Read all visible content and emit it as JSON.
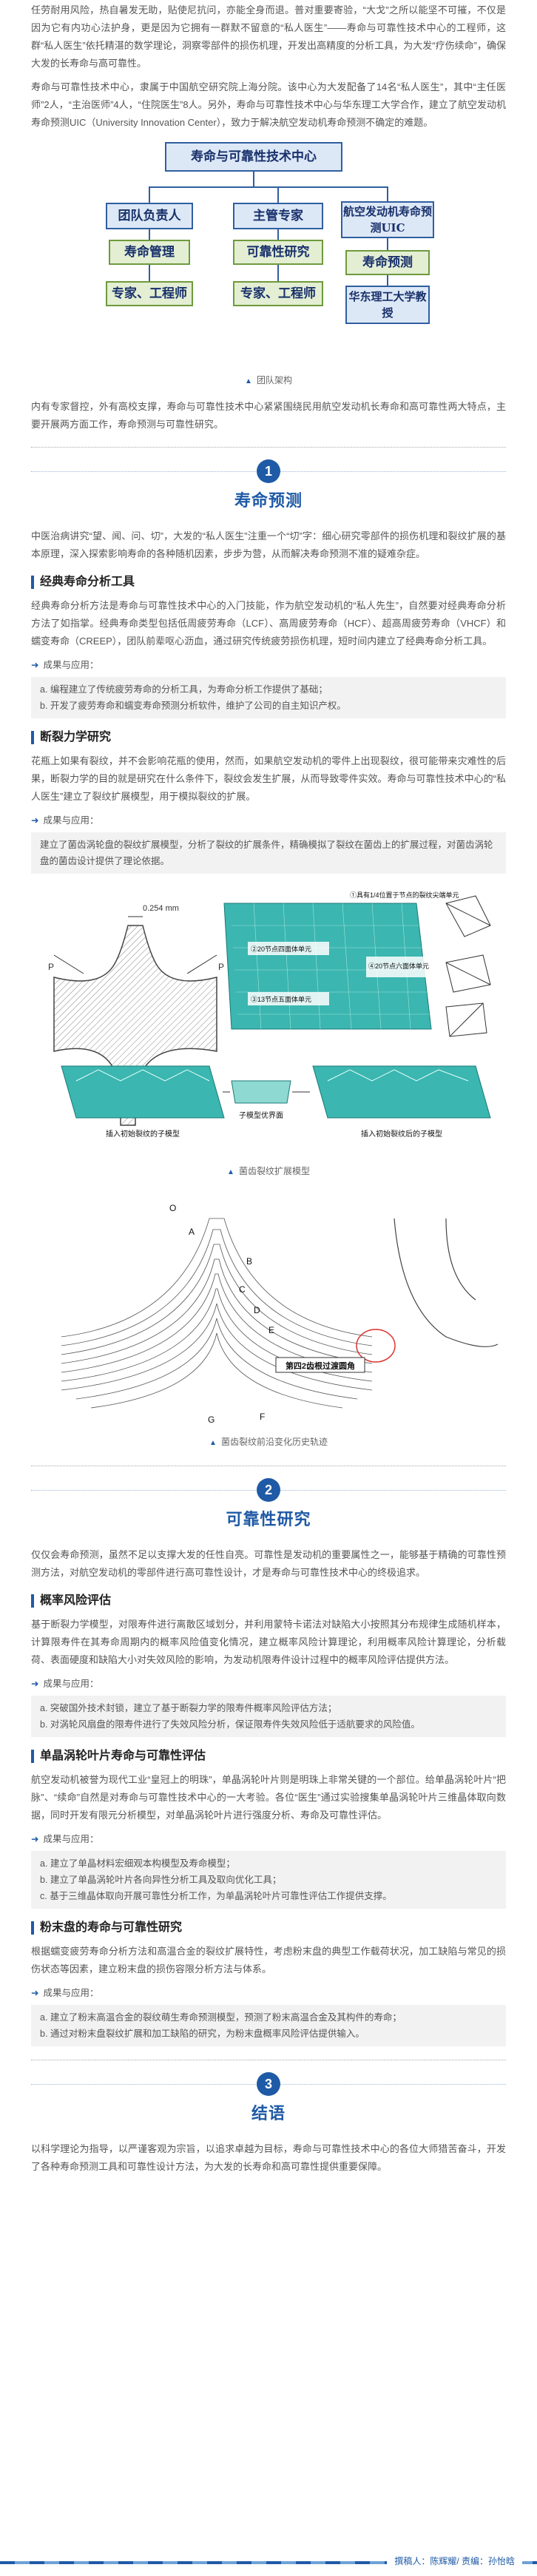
{
  "intro": {
    "p0": "任劳耐用风险，热自暑发无助，贴使尼抗问，亦能全身而退。普对重要寄验，“大戈”之所以能坚不可摧，不仅是因为它有内功心法护身，更是因为它拥有一群默不留意的“私人医生”——寿命与可靠性技术中心的工程师，这群“私人医生”依托精湛的数学理论，洞察零部件的损伤机理，开发出高精度的分析工具，为大发“疗伤续命”，确保大发的长寿命与高可靠性。",
    "p1": "寿命与可靠性技术中心，隶属于中国航空研究院上海分院。该中心为大发配备了14名“私人医生”，其中“主任医师”2人，“主治医师”4人，“住院医生”8人。另外，寿命与可靠性技术中心与华东理工大学合作，建立了航空发动机寿命预测UIC（University Innovation Center），致力于解决航空发动机寿命预测不确定的难题。"
  },
  "org": {
    "root": "寿命与可靠性技术中心",
    "n1": "团队负责人",
    "n2": "主管专家",
    "n3": "航空发动机寿命预测UIC",
    "n4": "寿命管理",
    "n5": "可靠性研究",
    "n6": "寿命预测",
    "n7": "专家、工程师",
    "n8": "专家、工程师",
    "n9": "华东理工大学教授"
  },
  "caption1": "团队架构",
  "p2": "内有专家督控，外有高校支撑，寿命与可靠性技术中心紧紧围绕民用航空发动机长寿命和高可靠性两大特点，主要开展两方面工作，寿命预测与可靠性研究。",
  "s1": {
    "num": "1",
    "title": "寿命预测",
    "p": "中医治病讲究“望、闻、问、切”，大发的“私人医生”注重一个“切”字：细心研究零部件的损伤机理和裂纹扩展的基本原理，深入探索影响寿命的各种随机因素，步步为营，从而解决寿命预测不准的疑难杂症。",
    "h1": "经典寿命分析工具",
    "p1": "经典寿命分析方法是寿命与可靠性技术中心的入门技能，作为航空发动机的“私人先生”，自然要对经典寿命分析方法了如指掌。经典寿命类型包括低周疲劳寿命（LCF）、高周疲劳寿命（HCF）、超高周疲劳寿命（VHCF）和蠕变寿命（CREEP），团队前辈呕心沥血，通过研究传统疲劳损伤机理，短时间内建立了经典寿命分析工具。",
    "r1": "成果与应用：",
    "o1a": "a. 编程建立了传统疲劳寿命的分析工具，为寿命分析工作提供了基础；",
    "o1b": "b. 开发了疲劳寿命和蠕变寿命预测分析软件，维护了公司的自主知识产权。",
    "h2": "断裂力学研究",
    "p2": "花瓶上如果有裂纹，并不会影响花瓶的使用，然而，如果航空发动机的零件上出现裂纹，很可能带来灾难性的后果，断裂力学的目的就是研究在什么条件下，裂纹会发生扩展，从而导致零件实效。寿命与可靠性技术中心的“私人医生”建立了裂纹扩展模型，用于模拟裂纹的扩展。",
    "r2": "成果与应用：",
    "o2": "建立了菌齿涡轮盘的裂纹扩展模型，分析了裂纹的扩展条件，精确模拟了裂纹在菌齿上的扩展过程，对菌齿涡轮盘的菌齿设计提供了理论依据。",
    "fig1": {
      "dim": "0.254 mm",
      "pl": "P",
      "pr": "P",
      "l1": "①具有1/4位置于节点的裂纹尖端单元",
      "l2": "②20节点四面体单元",
      "l3": "③13节点五面体单元",
      "l4": "④20节点六面体单元",
      "b1": "插入初始裂纹的子模型",
      "b2": "子模型优界面",
      "b3": "插入初始裂纹后的子模型"
    },
    "caption2": "菌齿裂纹扩展模型",
    "fig2": {
      "O": "O",
      "A": "A",
      "B": "B",
      "C": "C",
      "D": "D",
      "E": "E",
      "F": "F",
      "G": "G",
      "note": "第四2齿根过渡圆角"
    },
    "caption3": "菌齿裂纹前沿变化历史轨迹"
  },
  "s2": {
    "num": "2",
    "title": "可靠性研究",
    "p": "仅仅会寿命预测，虽然不足以支撑大发的任性自亮。可靠性是发动机的重要属性之一，能够基于精确的可靠性预测方法，对航空发动机的零部件进行高可靠性设计，才是寿命与可靠性技术中心的终极追求。",
    "h1": "概率风险评估",
    "p1": "基于断裂力学模型，对限寿件进行离散区域划分，并利用蒙特卡诺法对缺陷大小按照其分布规律生成随机样本，计算限寿件在其寿命周期内的概率风险值变化情况，建立概率风险计算理论，利用概率风险计算理论，分析载荷、表面硬度和缺陷大小对失效风险的影响，为发动机限寿件设计过程中的概率风险评估提供方法。",
    "r1": "成果与应用：",
    "o1a": "a. 突破国外技术封锁，建立了基于断裂力学的限寿件概率风险评估方法；",
    "o1b": "b. 对涡轮风扇盘的限寿件进行了失效风险分析，保证限寿件失效风险低于适航要求的风险值。",
    "h2": "单晶涡轮叶片寿命与可靠性评估",
    "p2": "航空发动机被誉为现代工业“皇冠上的明珠”，单晶涡轮叶片则是明珠上非常关键的一个部位。给单晶涡轮叶片“把脉”、“续命”自然是对寿命与可靠性技术中心的一大考验。各位“医生”通过实验搜集单晶涡轮叶片三维晶体取向数据，同时开发有限元分析模型，对单晶涡轮叶片进行强度分析、寿命及可靠性评估。",
    "r2": "成果与应用：",
    "o2a": "a. 建立了单晶材料宏细观本构模型及寿命模型；",
    "o2b": "b. 建立了单晶涡轮叶片各向异性分析工具及取向优化工具；",
    "o2c": "c. 基于三维晶体取向开展可靠性分析工作，为单晶涡轮叶片可靠性评估工作提供支撑。",
    "h3": "粉末盘的寿命与可靠性研究",
    "p3": "根据蠕变疲劳寿命分析方法和高温合金的裂纹扩展特性，考虑粉末盘的典型工作载荷状况，加工缺陷与常见的损伤状态等因素，建立粉末盘的损伤容限分析方法与体系。",
    "r3": "成果与应用：",
    "o3a": "a. 建立了粉末高温合金的裂纹萌生寿命预测模型，预测了粉末高温合金及其构件的寿命；",
    "o3b": "b. 通过对粉末盘裂纹扩展和加工缺陷的研究，为粉末盘概率风险评估提供输入。"
  },
  "s3": {
    "num": "3",
    "title": "结语",
    "p": "以科学理论为指导，以严谨客观为宗旨，以追求卓越为目标，寿命与可靠性技术中心的各位大师猎苦奋斗，开发了各种寿命预测工具和可靠性设计方法，为大发的长寿命和高可靠性提供重要保障。"
  },
  "footer": {
    "credit": "撰稿人：陈辉耀/ 责编：孙怡晗"
  },
  "colors": {
    "accent": "#1f5aa6",
    "box_blue": "#dde8f6",
    "box_green": "#e3eed3"
  }
}
